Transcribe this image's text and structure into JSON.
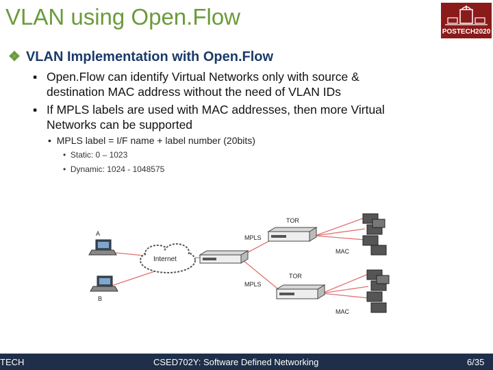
{
  "slide": {
    "title": "VLAN using Open.Flow",
    "logo_text": "POSTECH2020",
    "heading": "VLAN Implementation with Open.Flow",
    "bullets": [
      {
        "line1": "Open.Flow can identify Virtual Networks only with source &",
        "line2": "destination MAC address without the need of VLAN IDs"
      },
      {
        "line1": "If MPLS labels are used with MAC addresses, then more Virtual",
        "line2": "Networks can be supported"
      }
    ],
    "sub_bullet": "MPLS label = I/F name + label number (20bits)",
    "sub_sub": [
      "Static: 0 – 1023",
      "Dynamic: 1024 - 1048575"
    ]
  },
  "diagram": {
    "labels": {
      "tor_top": "TOR",
      "a": "A",
      "mpls_top": "MPLS",
      "mac_top": "MAC",
      "internet": "Internet",
      "tor_bottom": "TOR",
      "mpls_bottom": "MPLS",
      "b": "B",
      "mac_bottom": "MAC"
    }
  },
  "footer": {
    "left": "TECH",
    "center": "CSED702Y: Software Defined Networking",
    "page": "6/35"
  },
  "colors": {
    "title": "#6a9a3a",
    "heading": "#1a3a6a",
    "footer_bg": "#1f2f4a",
    "link": "#e05050"
  }
}
